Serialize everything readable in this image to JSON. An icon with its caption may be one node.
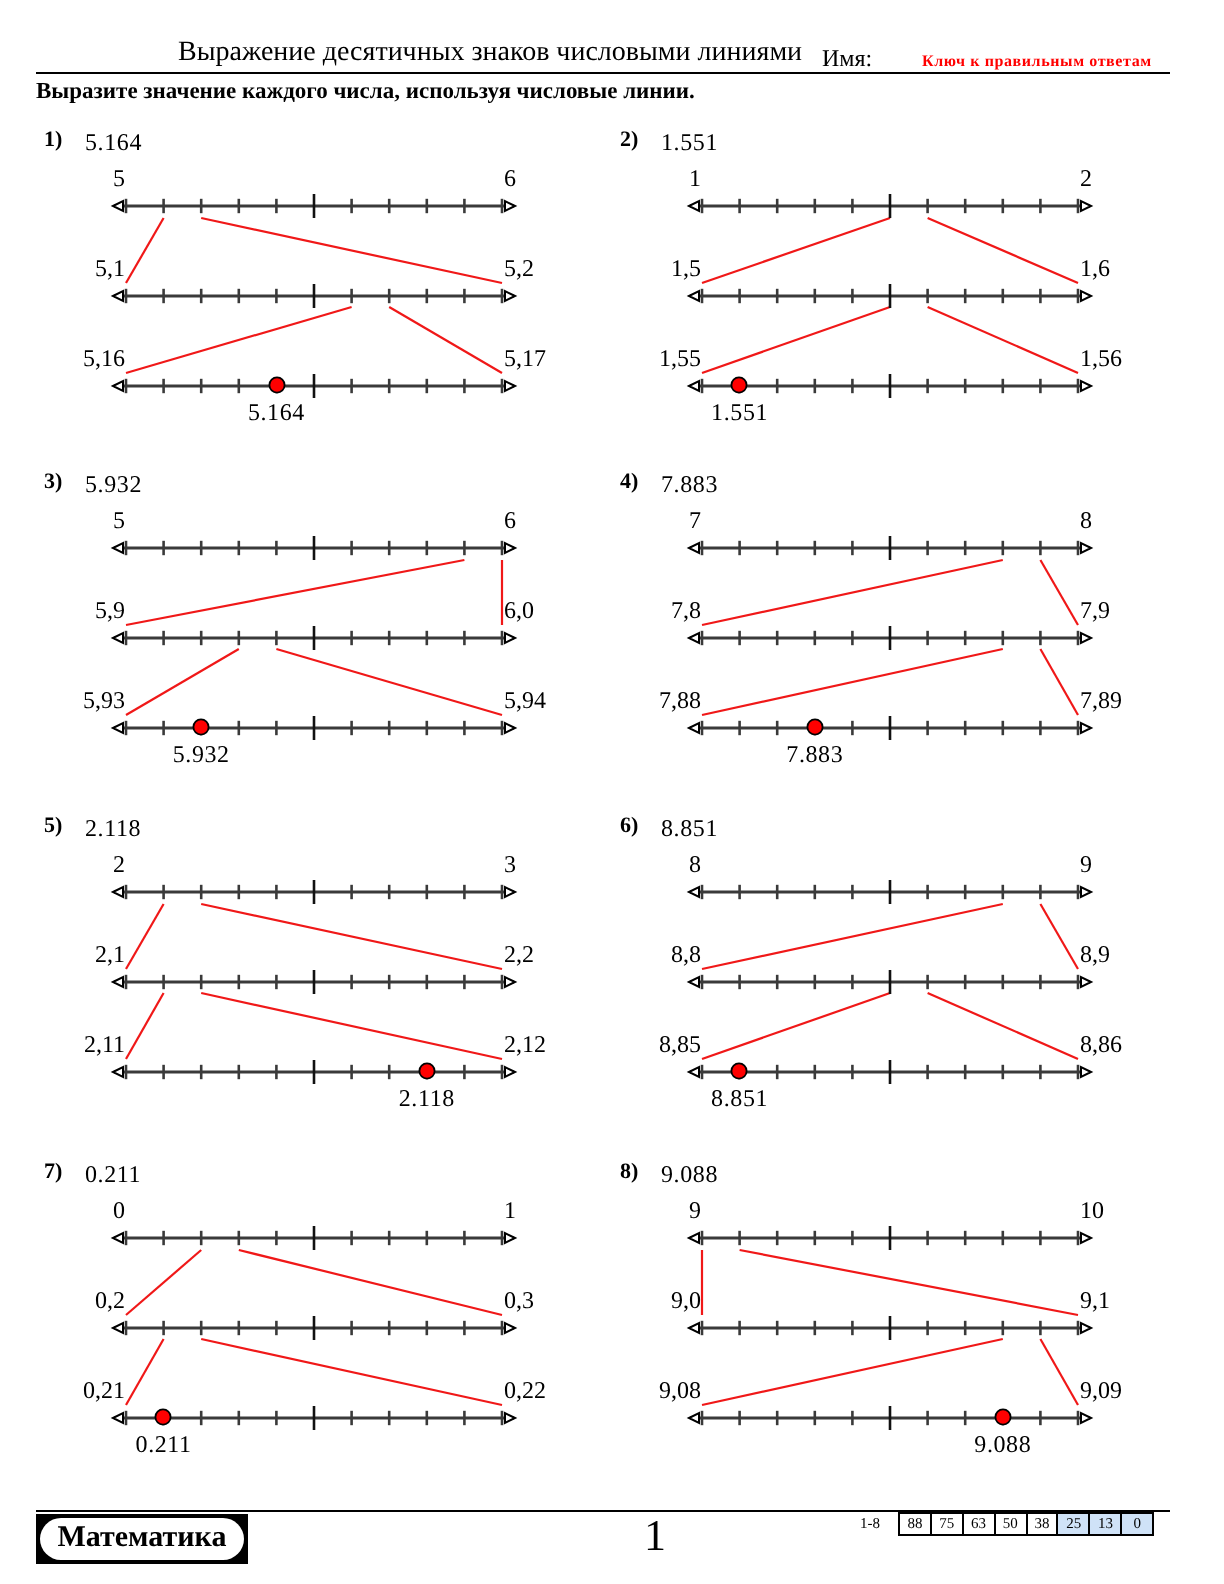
{
  "diagram": {
    "title": "Выражение десятичных знаков числовыми линиями",
    "nodes": [
      {
        "text": [],
        "shape": "line",
        "beside": [
          "5",
          "6"
        ]
      },
      {
        "text": [],
        "shape": "line",
        "beside": [
          "5,1",
          "5,2"
        ]
      },
      {
        "text": [],
        "shape": "line",
        "beside": [
          "5,16",
          "5,17",
          "5.164"
        ]
      },
      {
        "text": [],
        "shape": "line",
        "beside": [
          "1",
          "2"
        ]
      },
      {
        "text": [],
        "shape": "line",
        "beside": [
          "1,5",
          "1,6"
        ]
      },
      {
        "text": [],
        "shape": "line",
        "beside": [
          "1,55",
          "1,56",
          "1.551"
        ]
      },
      {
        "text": [],
        "shape": "line",
        "beside": [
          "5",
          "6"
        ]
      },
      {
        "text": [],
        "shape": "line",
        "beside": [
          "5,9",
          "6,0"
        ]
      },
      {
        "text": [],
        "shape": "line",
        "beside": [
          "5,93",
          "5,94",
          "5.932"
        ]
      },
      {
        "text": [],
        "shape": "line",
        "beside": [
          "7",
          "8"
        ]
      },
      {
        "text": [],
        "shape": "line",
        "beside": [
          "7,8",
          "7,9"
        ]
      },
      {
        "text": [],
        "shape": "line",
        "beside": [
          "7,88",
          "7,89",
          "7.883"
        ]
      },
      {
        "text": [],
        "shape": "line",
        "beside": [
          "2",
          "3"
        ]
      },
      {
        "text": [],
        "shape": "line",
        "beside": [
          "2,1",
          "2,2"
        ]
      },
      {
        "text": [],
        "shape": "line",
        "beside": [
          "2,11",
          "2,12",
          "2.118"
        ]
      },
      {
        "text": [],
        "shape": "line",
        "beside": [
          "8",
          "9"
        ]
      },
      {
        "text": [],
        "shape": "line",
        "beside": [
          "8,8",
          "8,9"
        ]
      },
      {
        "text": [],
        "shape": "line",
        "beside": [
          "8,85",
          "8,86",
          "8.851"
        ]
      },
      {
        "text": [],
        "shape": "line",
        "beside": [
          "0",
          "1"
        ]
      },
      {
        "text": [],
        "shape": "line",
        "beside": [
          "0,2",
          "0,3"
        ]
      },
      {
        "text": [],
        "shape": "line",
        "beside": [
          "0,21",
          "0,22",
          "0.211"
        ]
      },
      {
        "text": [],
        "shape": "line",
        "beside": [
          "9",
          "10"
        ]
      },
      {
        "text": [],
        "shape": "line",
        "beside": [
          "9,0",
          "9,1"
        ]
      },
      {
        "text": [],
        "shape": "line",
        "beside": [
          "9,08",
          "9,09",
          "9.088"
        ]
      }
    ],
    "edges": [
      {
        "from": 0,
        "to": 1,
        "arrow": "none"
      },
      {
        "from": 0,
        "to": 1,
        "arrow": "none"
      },
      {
        "from": 1,
        "to": 2,
        "arrow": "none"
      },
      {
        "from": 1,
        "to": 2,
        "arrow": "none"
      },
      {
        "from": 3,
        "to": 4,
        "arrow": "none"
      },
      {
        "from": 3,
        "to": 4,
        "arrow": "none"
      },
      {
        "from": 4,
        "to": 5,
        "arrow": "none"
      },
      {
        "from": 4,
        "to": 5,
        "arrow": "none"
      },
      {
        "from": 6,
        "to": 7,
        "arrow": "none"
      },
      {
        "from": 6,
        "to": 7,
        "arrow": "none"
      },
      {
        "from": 7,
        "to": 8,
        "arrow": "none"
      },
      {
        "from": 7,
        "to": 8,
        "arrow": "none"
      },
      {
        "from": 9,
        "to": 10,
        "arrow": "none"
      },
      {
        "from": 9,
        "to": 10,
        "arrow": "none"
      },
      {
        "from": 10,
        "to": 11,
        "arrow": "none"
      },
      {
        "from": 10,
        "to": 11,
        "arrow": "none"
      },
      {
        "from": 12,
        "to": 13,
        "arrow": "none"
      },
      {
        "from": 12,
        "to": 13,
        "arrow": "none"
      },
      {
        "from": 13,
        "to": 14,
        "arrow": "none"
      },
      {
        "from": 13,
        "to": 14,
        "arrow": "none"
      },
      {
        "from": 15,
        "to": 16,
        "arrow": "none"
      },
      {
        "from": 15,
        "to": 16,
        "arrow": "none"
      },
      {
        "from": 16,
        "to": 17,
        "arrow": "none"
      },
      {
        "from": 16,
        "to": 17,
        "arrow": "none"
      },
      {
        "from": 18,
        "to": 19,
        "arrow": "none"
      },
      {
        "from": 18,
        "to": 19,
        "arrow": "none"
      },
      {
        "from": 19,
        "to": 20,
        "arrow": "none"
      },
      {
        "from": 19,
        "to": 20,
        "arrow": "none"
      },
      {
        "from": 21,
        "to": 22,
        "arrow": "none"
      },
      {
        "from": 21,
        "to": 22,
        "arrow": "none"
      },
      {
        "from": 22,
        "to": 23,
        "arrow": "none"
      },
      {
        "from": 22,
        "to": 23,
        "arrow": "none"
      }
    ],
    "labels": [
      "Имя:",
      "Ключ к правильным ответам",
      "Выразите значение каждого числа, используя числовые линии.",
      "1)",
      "5.164",
      "2)",
      "1.551",
      "3)",
      "5.932",
      "4)",
      "7.883",
      "5)",
      "2.118",
      "6)",
      "8.851",
      "7)",
      "0.211",
      "8)",
      "9.088",
      "Математика",
      "1",
      "1-8",
      "88",
      "75",
      "63",
      "50",
      "38",
      "25",
      "13",
      "0"
    ]
  }
}
